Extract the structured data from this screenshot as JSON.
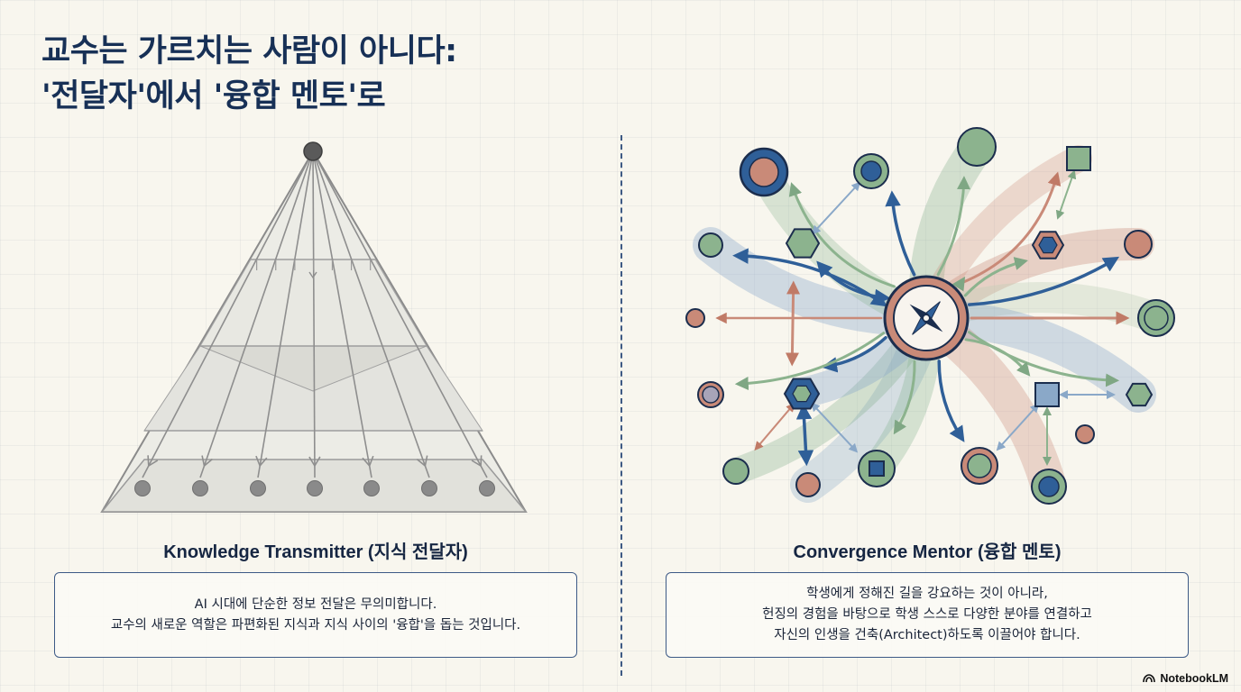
{
  "title": {
    "line1": "교수는 가르치는 사람이 아니다:",
    "line2": "'전달자'에서 '융합 멘토'로"
  },
  "left": {
    "heading": "Knowledge Transmitter (지식 전달자)",
    "desc": [
      "AI 시대에 단순한 정보 전달은 무의미합니다.",
      "교수의 새로운 역할은 파편화된 지식과 지식 사이의 '융합'을 돕는 것입니다."
    ],
    "colors": {
      "apex": "#5a5a5a",
      "edge": "#8b8b8b",
      "node": "#8a8a8a"
    }
  },
  "right": {
    "heading": "Convergence Mentor (융합 멘토)",
    "desc": [
      "학생에게 정해진 길을 강요하는 것이 아니라,",
      "헌징의 경험을 바탕으로 학생 스스로 다양한 분야를 연결하고",
      "자신의 인생을 건축(Architect)하도록 이끌어야 합니다."
    ],
    "center_icon": "compass-icon",
    "colors": {
      "blue": "#2f5f98",
      "green": "#8cb38e",
      "rust": "#c98a78",
      "navy": "#1b2d4d"
    }
  },
  "brand": {
    "label": "NotebookLM",
    "icon": "notebooklm-logo-icon"
  }
}
